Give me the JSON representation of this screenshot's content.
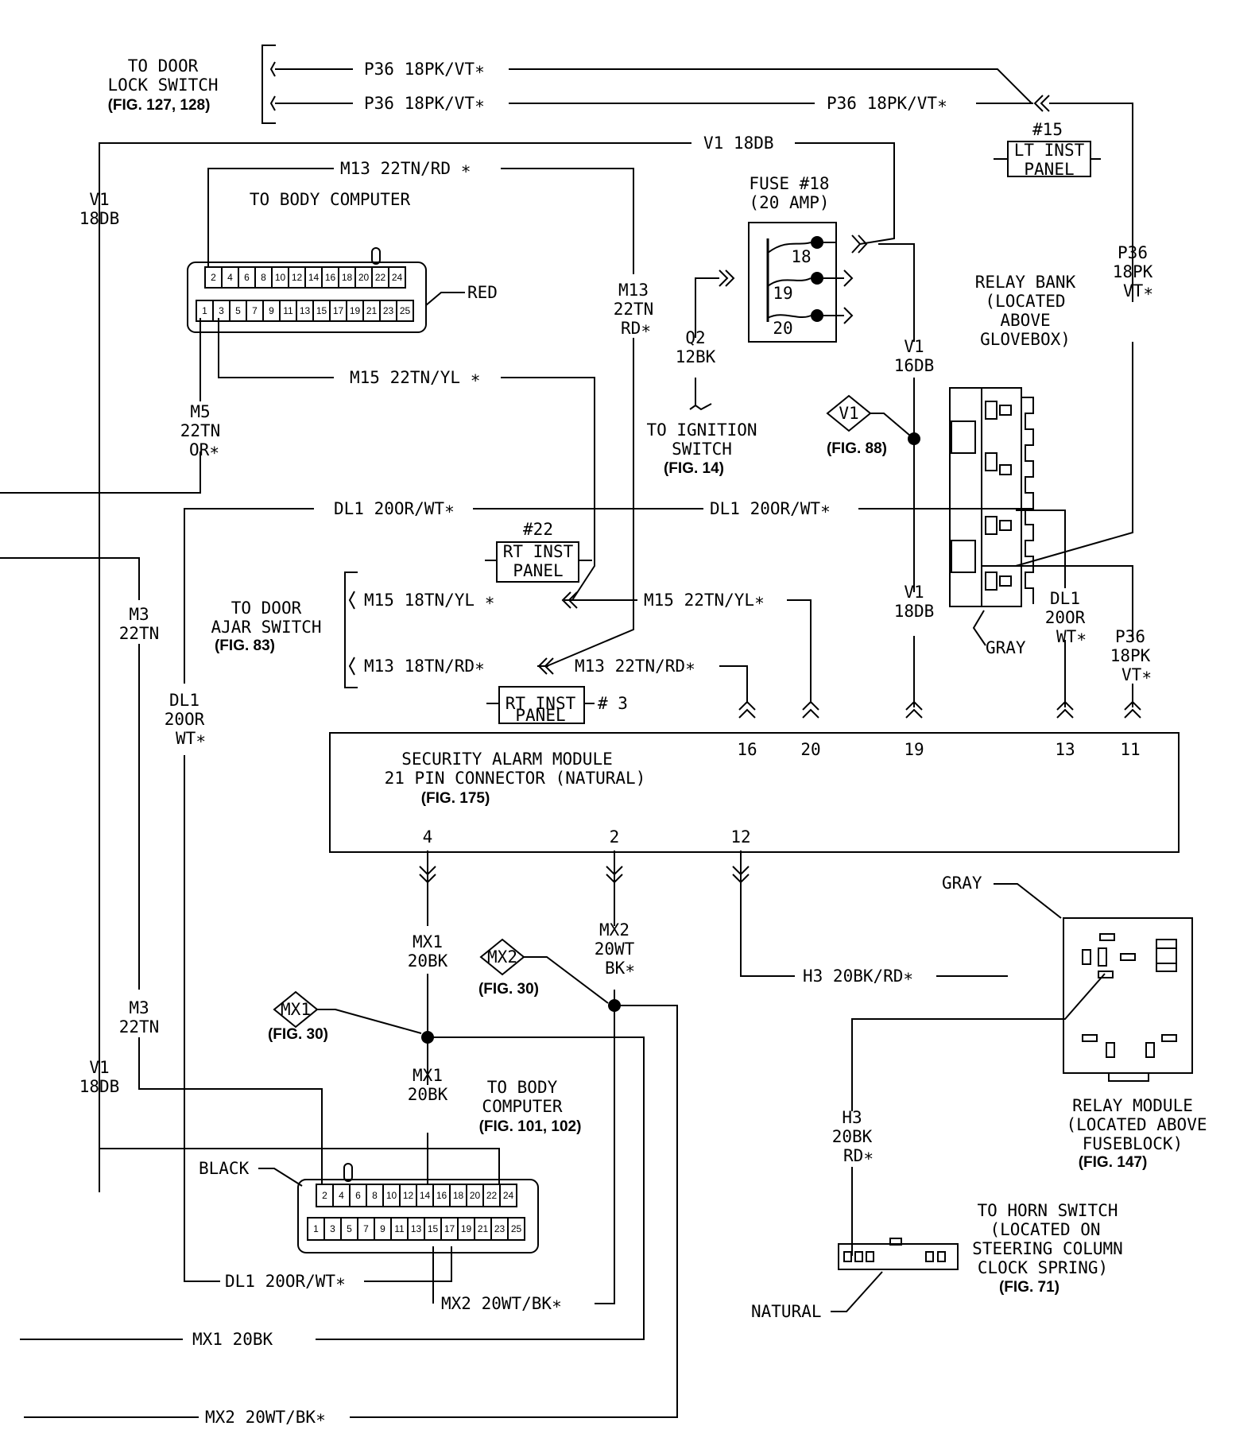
{
  "labels": {
    "door_lock": [
      "TO DOOR",
      "LOCK SWITCH"
    ],
    "door_lock_fig": "(FIG. 127, 128)",
    "p36_wire": "P36 18PK/VT∗",
    "lt_inst_num": "#15",
    "lt_inst_panel": [
      "LT INST",
      "PANEL"
    ],
    "v1_18db_top": "V1 18DB",
    "v1_left": [
      "V1",
      "18DB"
    ],
    "m13_22tn_rd": "M13 22TN/RD ∗",
    "m13_vertical": [
      "M13",
      "22TN",
      "RD∗"
    ],
    "body_comp_top": "TO BODY COMPUTER",
    "red": "RED",
    "fuse_title": [
      "FUSE #18",
      "(20 AMP)"
    ],
    "fuse_pins": [
      "18",
      "19",
      "20"
    ],
    "q2": [
      "Q2",
      "12BK"
    ],
    "ignition": [
      "TO IGNITION",
      "SWITCH"
    ],
    "ignition_fig": "(FIG. 14)",
    "v1_16db": [
      "V1",
      "16DB"
    ],
    "v1_diamond": "V1",
    "fig88": "(FIG. 88)",
    "relay_bank": [
      "RELAY BANK",
      "(LOCATED",
      "ABOVE",
      "GLOVEBOX)"
    ],
    "p36_vertical": [
      "P36",
      "18PK",
      "VT∗"
    ],
    "m15_22tn_yl": "M15 22TN/YL ∗",
    "m5": [
      "M5",
      "22TN",
      "OR∗"
    ],
    "dl1_wire": "DL1 20OR/WT∗",
    "rt_inst22_num": "#22",
    "rt_inst_panel": [
      "RT INST",
      "PANEL"
    ],
    "m3": [
      "M3",
      "22TN"
    ],
    "door_ajar": [
      "TO DOOR",
      "AJAR SWITCH"
    ],
    "door_ajar_fig": "(FIG. 83)",
    "m15_18tn_yl": "M15 18TN/YL ∗",
    "m15_22tn_yl_right": "M15 22TN/YL∗",
    "m13_18tn_rd": "M13 18TN/RD∗",
    "m13_22tn_rd_lower": "M13 22TN/RD∗",
    "v1_18db_right": [
      "V1",
      "18DB"
    ],
    "gray": "GRAY",
    "dl1_vertical": [
      "DL1",
      "20OR",
      "WT∗"
    ],
    "rt_inst3_num": "# 3",
    "sam_title": [
      "SECURITY ALARM MODULE",
      "21 PIN CONNECTOR (NATURAL)"
    ],
    "sam_fig": "(FIG. 175)",
    "sam_pins_top": [
      "16",
      "20",
      "19",
      "13",
      "11"
    ],
    "sam_pins_bottom": [
      "4",
      "2",
      "12"
    ],
    "mx1_20bk": [
      "MX1",
      "20BK"
    ],
    "mx2_vertical": [
      "MX2",
      "20WT",
      "BK∗"
    ],
    "mx2_diamond": "MX2",
    "mx1_diamond": "MX1",
    "fig30": "(FIG. 30)",
    "h3_wire": "H3 20BK/RD∗",
    "h3_vertical": [
      "H3",
      "20BK",
      "RD∗"
    ],
    "body_comp_bottom": [
      "TO BODY",
      "COMPUTER"
    ],
    "body_comp_fig": "(FIG. 101, 102)",
    "black": "BLACK",
    "relay_module": [
      "RELAY MODULE",
      "(LOCATED ABOVE",
      "FUSEBLOCK)"
    ],
    "relay_module_fig": "(FIG. 147)",
    "dl1_bottom": "DL1 20OR/WT∗",
    "mx2_bottom": "MX2 20WT/BK∗",
    "mx1_wire": "MX1 20BK",
    "mx2_wire": "MX2 20WT/BK∗",
    "horn": [
      "TO HORN SWITCH",
      "(LOCATED ON",
      "STEERING COLUMN",
      "CLOCK SPRING)"
    ],
    "horn_fig": "(FIG. 71)",
    "natural": "NATURAL"
  },
  "connector_top_pins": {
    "row1": [
      "2",
      "4",
      "6",
      "8",
      "10",
      "12",
      "14",
      "16",
      "18",
      "20",
      "22",
      "24"
    ],
    "row2": [
      "1",
      "3",
      "5",
      "7",
      "9",
      "11",
      "13",
      "15",
      "17",
      "19",
      "21",
      "23",
      "25"
    ]
  },
  "connector_bottom_pins": {
    "row1": [
      "2",
      "4",
      "6",
      "8",
      "10",
      "12",
      "14",
      "16",
      "18",
      "20",
      "22",
      "24"
    ],
    "row2": [
      "1",
      "3",
      "5",
      "7",
      "9",
      "11",
      "13",
      "15",
      "17",
      "19",
      "21",
      "23",
      "25"
    ]
  }
}
